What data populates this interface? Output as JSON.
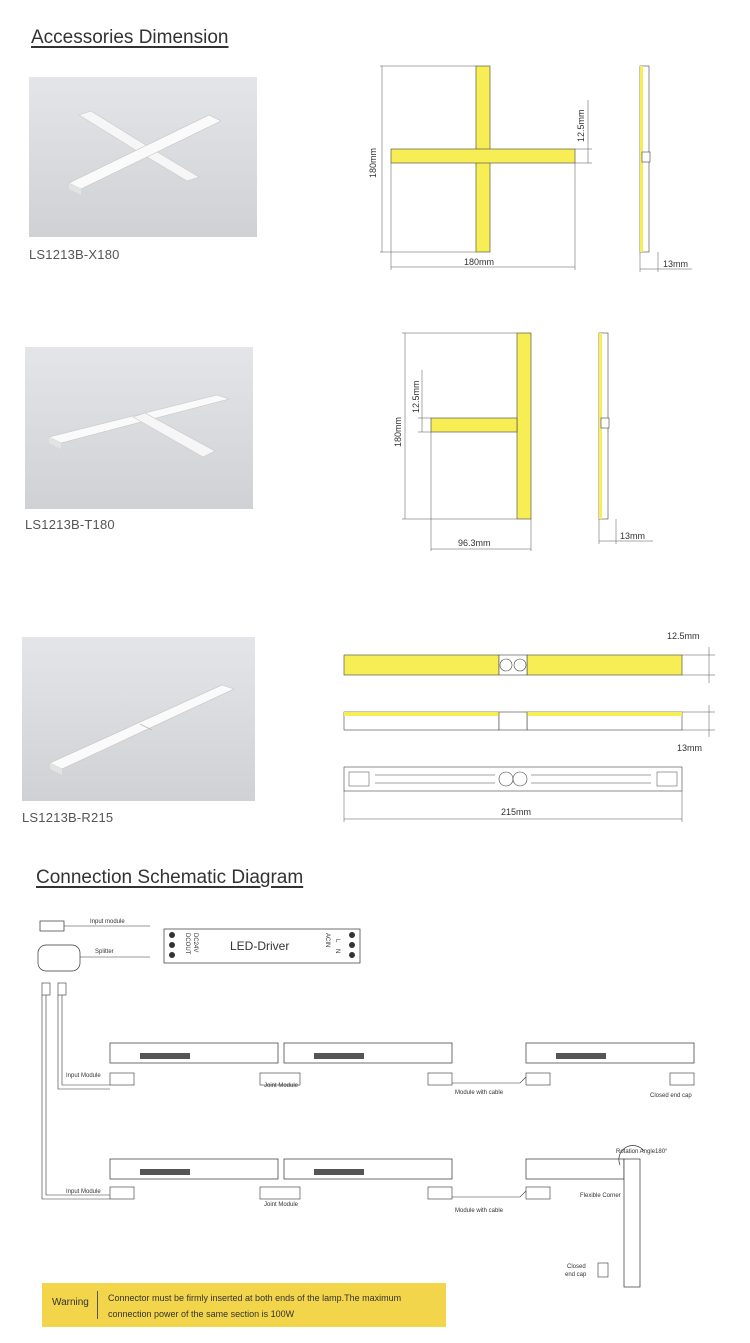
{
  "sections": {
    "accessories_title": "Accessories Dimension",
    "schematic_title": "Connection Schematic Diagram"
  },
  "products": [
    {
      "code": "LS1213B-X180",
      "dims": {
        "height": "180mm",
        "width": "180mm",
        "strip": "12.5mm",
        "depth": "13mm"
      }
    },
    {
      "code": "LS1213B-T180",
      "dims": {
        "height": "180mm",
        "width": "96.3mm",
        "strip": "12.5mm",
        "depth": "13mm"
      }
    },
    {
      "code": "LS1213B-R215",
      "dims": {
        "strip": "12.5mm",
        "depth": "13mm",
        "length": "215mm"
      }
    }
  ],
  "schematic": {
    "input_module": "Input module",
    "splitter": "Splitter",
    "driver_label": "LED-Driver",
    "driver_out1": "DCOUT",
    "driver_out2": "DC24V",
    "driver_in": "ACIN",
    "driver_l": "L",
    "driver_n": "N",
    "row1_input": "Input Module",
    "row1_joint": "Joint Module",
    "row1_cable": "Module with cable",
    "row1_endcap": "Closed end cap",
    "row2_input": "Input Module",
    "row2_joint": "Joint Module",
    "row2_cable": "Module with cable",
    "rotation": "Rotation Angle180°",
    "flexible": "Flexible Corner",
    "closed_cap_1": "Closed",
    "closed_cap_2": "end cap"
  },
  "warning": {
    "label": "Warning",
    "text": "Connector must be firmly inserted at both ends of the lamp.The maximum connection power of the same section is 100W"
  },
  "colors": {
    "led_yellow": "#f7ee56",
    "warning_bg": "#f3d54b"
  }
}
